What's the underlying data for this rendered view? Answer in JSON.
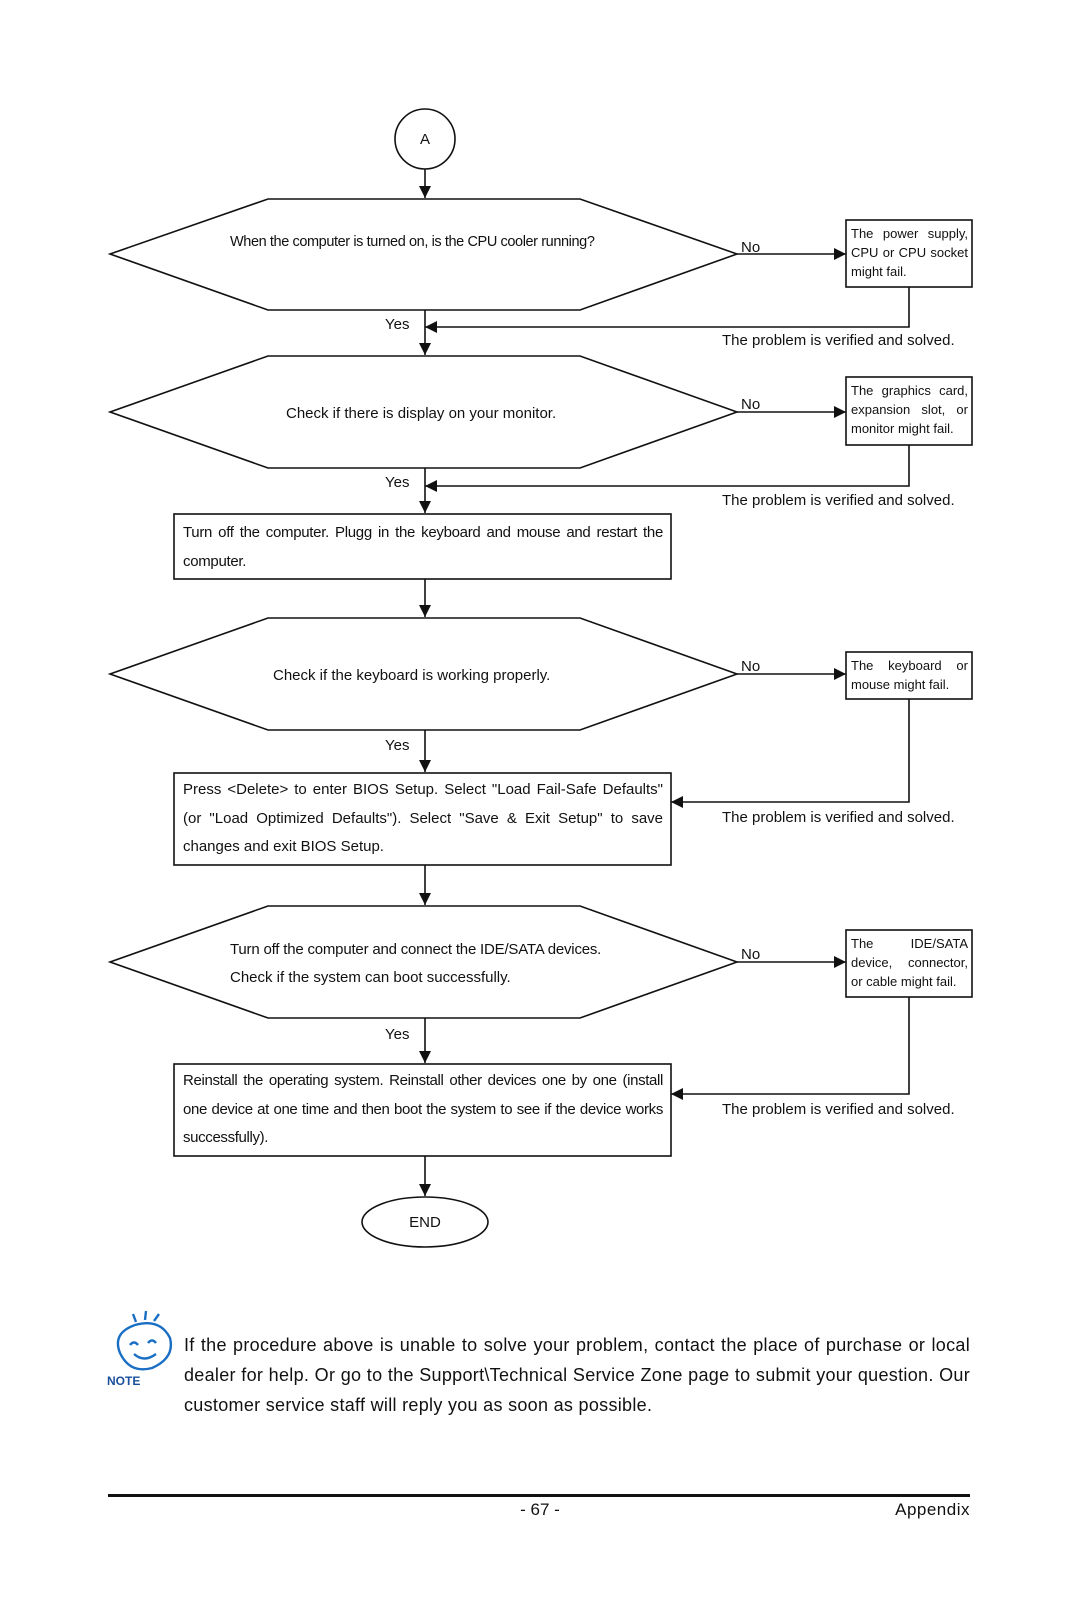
{
  "flowchart": {
    "start_connector": "A",
    "end_label": "END",
    "decisions": [
      {
        "text": "When the computer is turned on, is the CPU cooler running?"
      },
      {
        "text": "Check if there is display on your monitor."
      },
      {
        "text": "Check if the keyboard is working properly."
      },
      {
        "line1": "Turn off the computer and connect the IDE/SATA devices.",
        "line2": "Check if the system can boot successfully."
      }
    ],
    "processes": [
      {
        "text": "Turn off the computer.  Plugg in the keyboard and mouse and restart the computer."
      },
      {
        "text": "Press <Delete> to enter BIOS Setup. Select \"Load Fail-Safe Defaults\" (or \"Load Optimized Defaults\"). Select \"Save & Exit Setup\" to save changes and exit BIOS Setup."
      },
      {
        "text": "Reinstall the operating system. Reinstall other devices one by one (install one device at one time and then boot the system to see if the device works successfully)."
      }
    ],
    "failure_boxes": [
      {
        "text": "The power supply, CPU or CPU socket might fail."
      },
      {
        "text": "The graphics card, expansion slot, or monitor might fail."
      },
      {
        "text": "The keyboard or mouse might fail."
      },
      {
        "text": "The IDE/SATA device, connector, or cable might fail."
      }
    ],
    "yes_label": "Yes",
    "no_label": "No",
    "solved_label": "The problem is verified and solved."
  },
  "note": {
    "icon": "note-smiley-icon",
    "icon_label": "NOTE",
    "text": "If the procedure above is unable to solve your problem, contact the place of purchase or local dealer for help. Or go to the Support\\Technical Service Zone page to submit your question. Our customer service staff will reply you as soon as possible."
  },
  "footer": {
    "page_number": "- 67 -",
    "section": "Appendix"
  }
}
